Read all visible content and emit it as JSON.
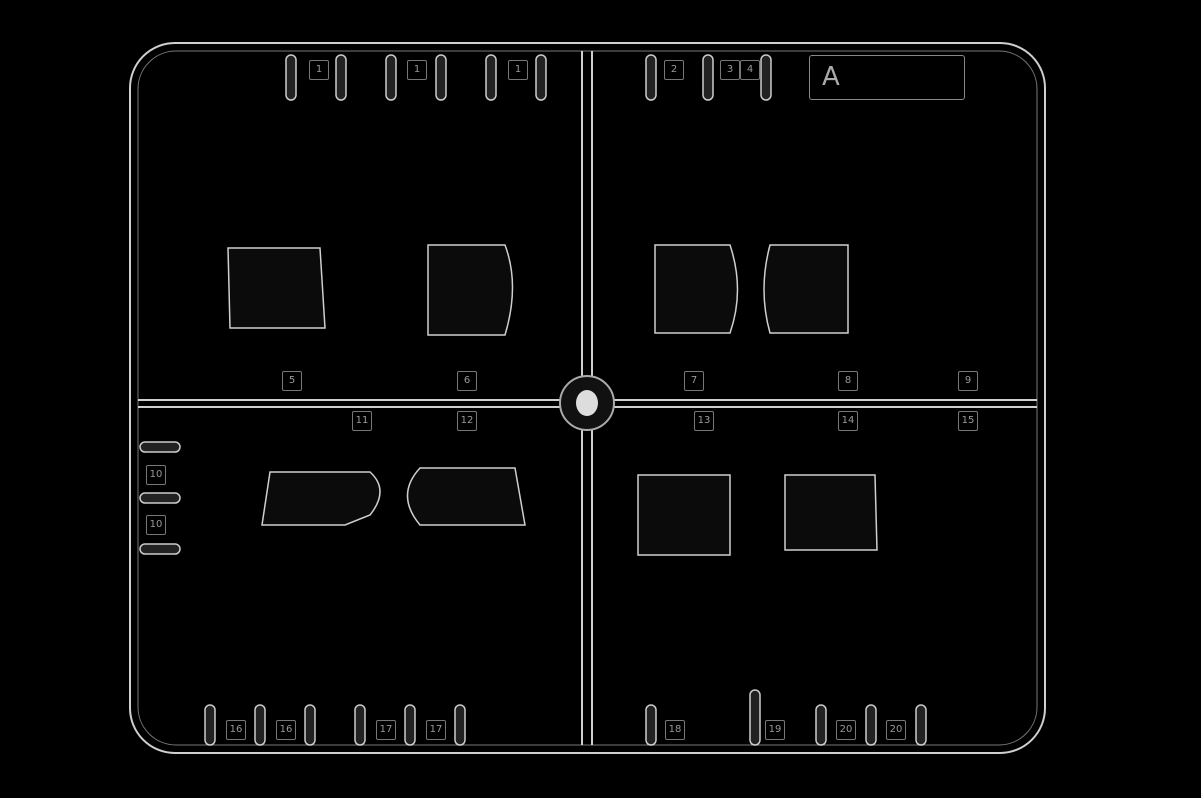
{
  "sprue": {
    "letter": "A",
    "part_numbers": {
      "top": [
        "1",
        "1",
        "1",
        "2",
        "3",
        "4"
      ],
      "middle": [
        "5",
        "6",
        "7",
        "8",
        "9"
      ],
      "lower": [
        "11",
        "12",
        "13",
        "14",
        "15"
      ],
      "left": [
        "10",
        "10"
      ],
      "bottom": [
        "16",
        "16",
        "17",
        "17",
        "18",
        "19",
        "20",
        "20"
      ]
    }
  }
}
